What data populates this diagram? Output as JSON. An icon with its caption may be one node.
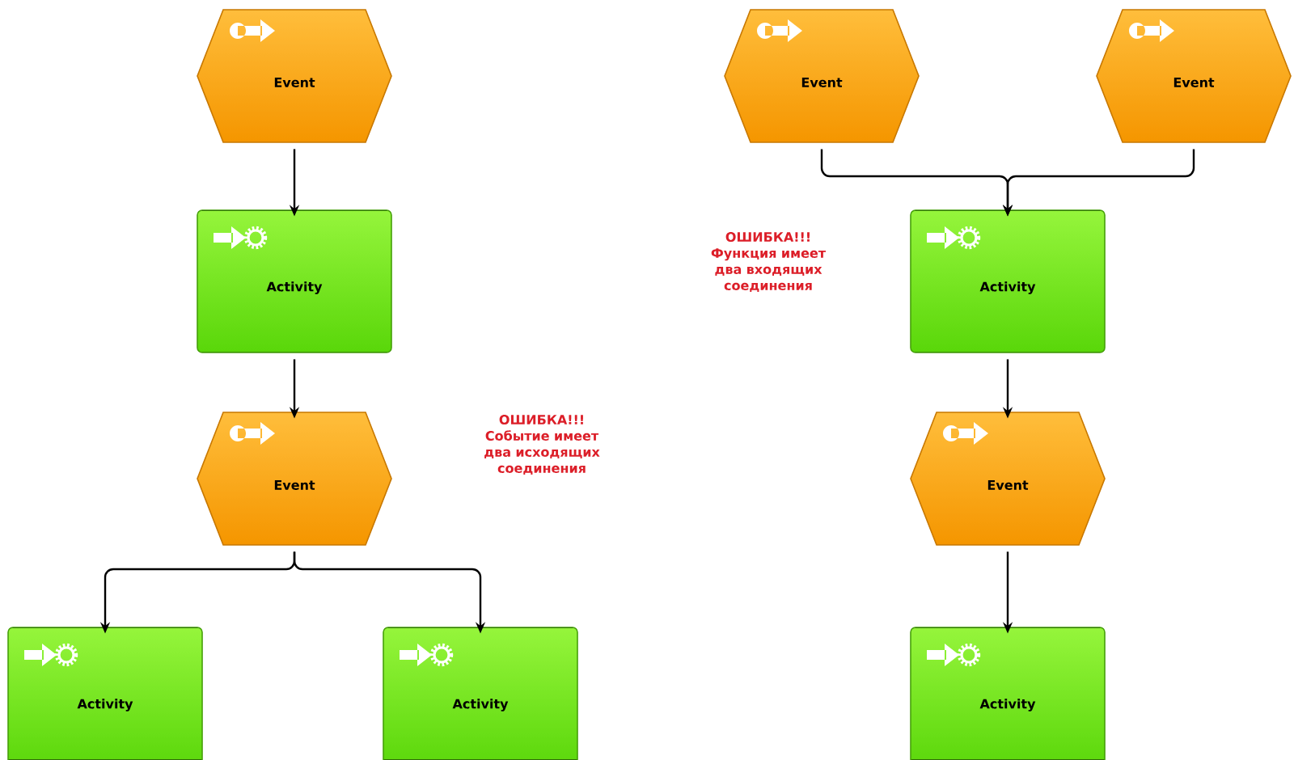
{
  "diagram": {
    "nodes": [
      {
        "text": [
          "Event"
        ]
      },
      {
        "text": [
          "Activity"
        ]
      },
      {
        "text": [
          "Event"
        ]
      },
      {
        "text": [
          "Activity"
        ]
      },
      {
        "text": [
          "Activity"
        ]
      },
      {
        "text": [
          "Event"
        ]
      },
      {
        "text": [
          "Event"
        ]
      },
      {
        "text": [
          "Activity"
        ]
      },
      {
        "text": [
          "Event"
        ]
      },
      {
        "text": [
          "Activity"
        ]
      }
    ],
    "edges": [
      {
        "from": 0,
        "to": 1,
        "arrow": "to"
      },
      {
        "from": 1,
        "to": 2,
        "arrow": "to"
      },
      {
        "from": 2,
        "to": 3,
        "arrow": "to"
      },
      {
        "from": 2,
        "to": 4,
        "arrow": "to"
      },
      {
        "from": 5,
        "to": 7,
        "arrow": "to"
      },
      {
        "from": 6,
        "to": 7,
        "arrow": "to"
      },
      {
        "from": 7,
        "to": 8,
        "arrow": "to"
      },
      {
        "from": 8,
        "to": 9,
        "arrow": "to"
      }
    ],
    "labels": [
      "ОШИБКА!!! Событие имеет два исходящих соединения",
      "ОШИБКА!!! Функция имеет два входящих соединения"
    ]
  }
}
